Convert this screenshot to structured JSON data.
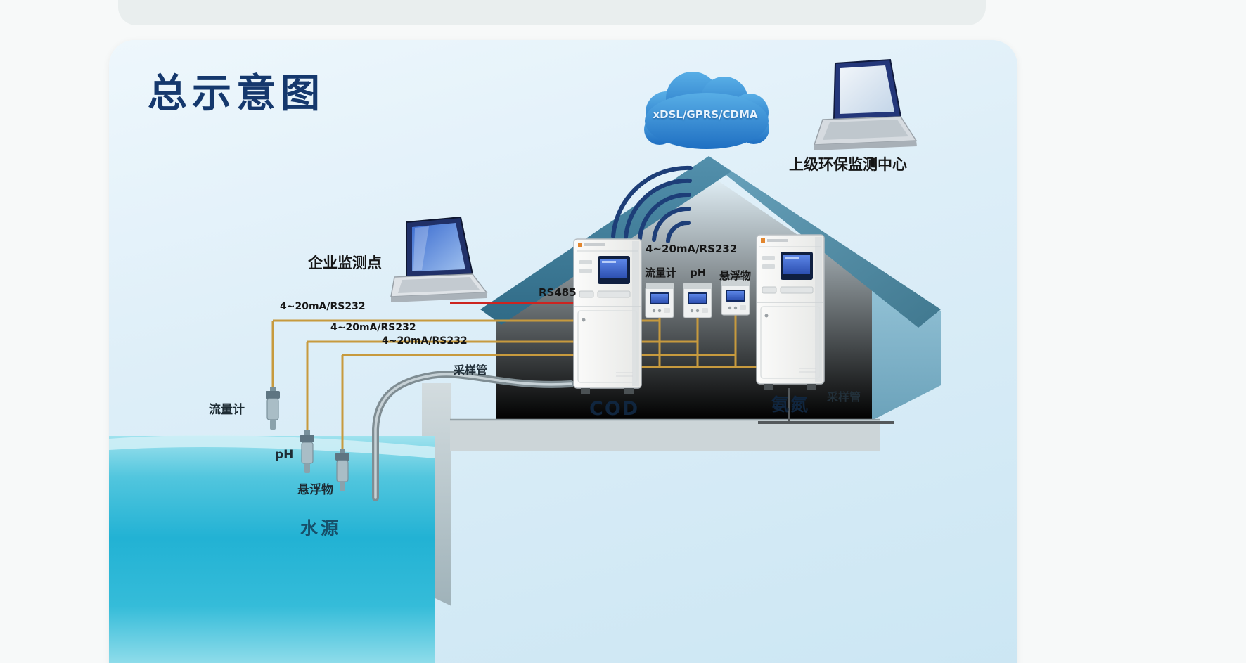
{
  "title": "总示意图",
  "cloud": {
    "label": "xDSL/GPRS/CDMA"
  },
  "remote_center": {
    "label": "上级环保监测中心"
  },
  "enterprise": {
    "label": "企业监测点"
  },
  "house": {
    "rs485_label": "RS485",
    "signal_bus_label": "4~20mA/RS232",
    "instruments": {
      "flow": "流量计",
      "ph": "pH",
      "suspended": "悬浮物"
    },
    "analyzers": {
      "cod": "COD",
      "ammonia": "氨氮"
    },
    "sampling_pipe_right": "采样管"
  },
  "field": {
    "wire_labels": [
      "4~20mA/RS232",
      "4~20mA/RS232",
      "4~20mA/RS232"
    ],
    "sampling_pipe_left": "采样管",
    "sensors": {
      "flow": "流量计",
      "ph": "pH",
      "suspended": "悬浮物"
    },
    "water": "水源"
  },
  "colors": {
    "title": "#15386d",
    "card_top": "#eef7fc",
    "card_bottom": "#cbe6f3",
    "roof": "#47849f",
    "water": "#22b2d4",
    "cloud": "#2b86d2",
    "signal_wire": "#c79a3e",
    "rs485_line": "#cc2420"
  }
}
